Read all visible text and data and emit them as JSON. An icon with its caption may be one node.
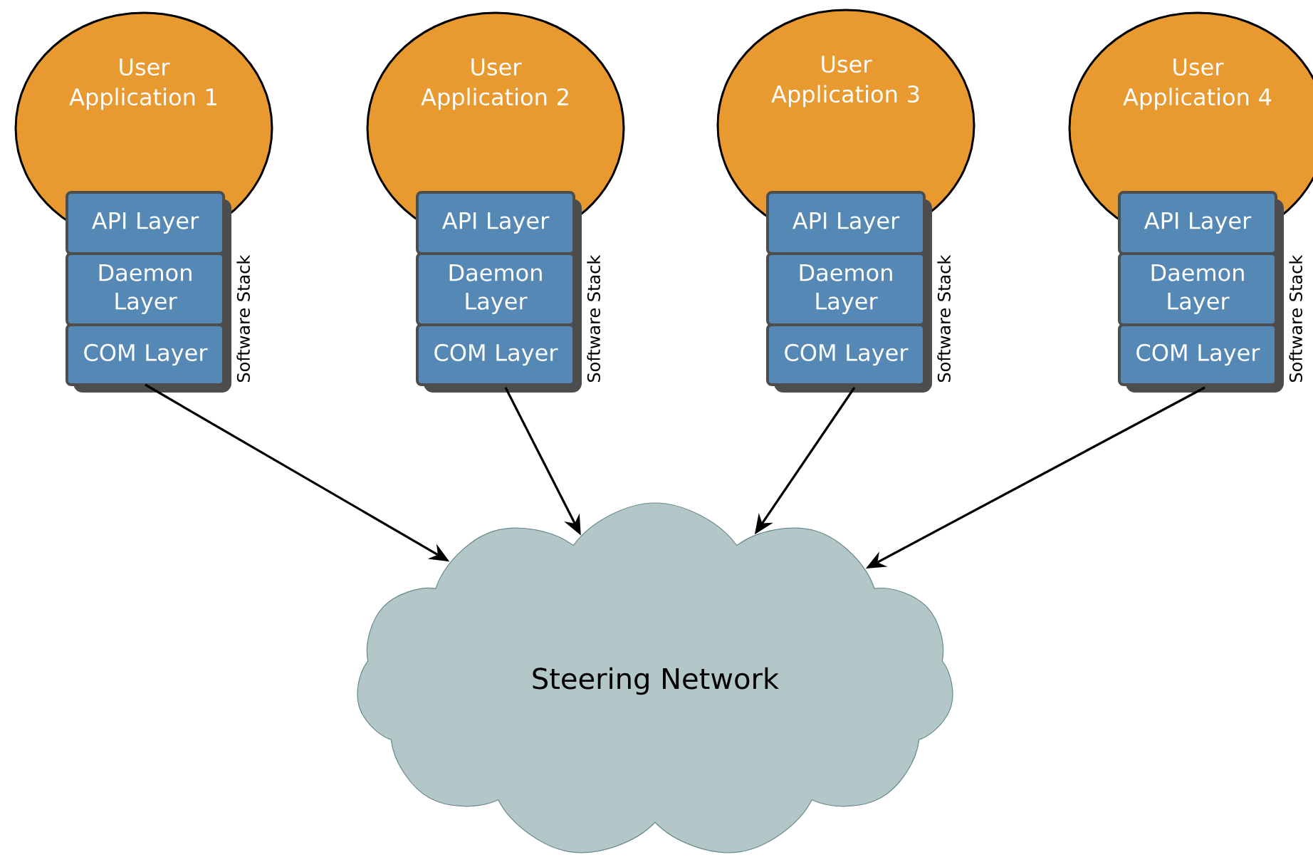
{
  "diagram": {
    "nodes": [
      {
        "text": [
          "User Application 1"
        ]
      },
      {
        "text": [],
        "shape": "box",
        "beside": [
          "Software Stack"
        ]
      },
      {
        "text": [
          "API Layer"
        ],
        "in": 1
      },
      {
        "text": [
          "Daemon Layer"
        ],
        "in": 1
      },
      {
        "text": [
          "COM Layer"
        ],
        "in": 1
      },
      {
        "text": [
          "User Application 2"
        ]
      },
      {
        "text": [],
        "shape": "box",
        "beside": [
          "Software Stack"
        ]
      },
      {
        "text": [
          "API Layer"
        ],
        "in": 6
      },
      {
        "text": [
          "Daemon Layer"
        ],
        "in": 6
      },
      {
        "text": [
          "COM Layer"
        ],
        "in": 6
      },
      {
        "text": [
          "User Application 3"
        ]
      },
      {
        "text": [],
        "shape": "box",
        "beside": [
          "Software Stack"
        ]
      },
      {
        "text": [
          "API Layer"
        ],
        "in": 11
      },
      {
        "text": [
          "Daemon Layer"
        ],
        "in": 11
      },
      {
        "text": [
          "COM Layer"
        ],
        "in": 11
      },
      {
        "text": [
          "User Application 4"
        ]
      },
      {
        "text": [],
        "shape": "box",
        "beside": [
          "Software Stack"
        ]
      },
      {
        "text": [
          "API Layer"
        ],
        "in": 16
      },
      {
        "text": [
          "Daemon Layer"
        ],
        "in": 16
      },
      {
        "text": [
          "COM Layer"
        ],
        "in": 16
      },
      {
        "text": [
          "Steering Network"
        ]
      }
    ],
    "edges": [
      {
        "from": 4,
        "to": 20,
        "arrow": "to"
      },
      {
        "from": 9,
        "to": 20,
        "arrow": "to"
      },
      {
        "from": 14,
        "to": 20,
        "arrow": "to"
      },
      {
        "from": 19,
        "to": 20,
        "arrow": "to"
      }
    ]
  }
}
